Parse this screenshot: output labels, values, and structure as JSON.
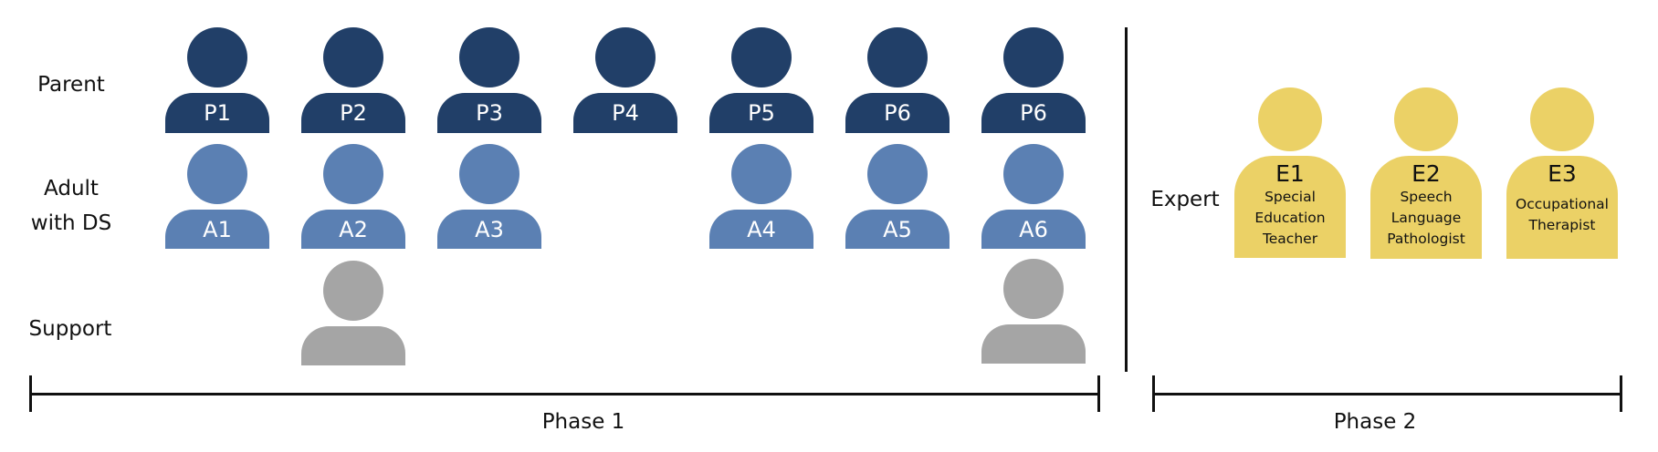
{
  "rows": {
    "parent": "Parent",
    "adult": "Adult\nwith DS",
    "support": "Support",
    "expert": "Expert"
  },
  "parents": [
    "P1",
    "P2",
    "P3",
    "P4",
    "P5",
    "P6",
    "P6"
  ],
  "adults": [
    "A1",
    "A2",
    "A3",
    "A4",
    "A5",
    "A6"
  ],
  "experts": [
    {
      "code": "E1",
      "role": "Special\nEducation\nTeacher"
    },
    {
      "code": "E2",
      "role": "Speech\nLanguage\nPathologist"
    },
    {
      "code": "E3",
      "role": "Occupational\nTherapist"
    }
  ],
  "phases": {
    "phase1": "Phase 1",
    "phase2": "Phase 2"
  },
  "colors": {
    "parent": "#213f68",
    "adult": "#5b80b3",
    "support": "#a5a5a5",
    "expert": "#ebd166"
  }
}
